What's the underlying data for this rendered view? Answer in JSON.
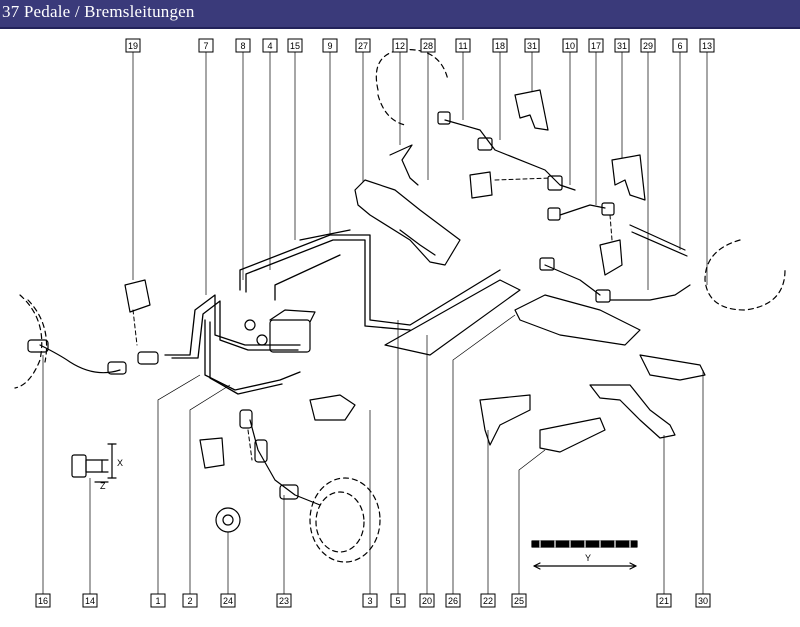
{
  "window": {
    "title": "37 Pedale / Bremsleitungen"
  },
  "colors": {
    "title_bar": "#3a3a7a",
    "title_text": "#ffffff",
    "line": "#000000",
    "tag_fill": "#ffffff"
  },
  "callouts_top": [
    "19",
    "7",
    "8",
    "4",
    "15",
    "9",
    "27",
    "12",
    "28",
    "11",
    "18",
    "31",
    "10",
    "17",
    "31",
    "29",
    "6",
    "13"
  ],
  "callouts_bottom": [
    "16",
    "14",
    "1",
    "2",
    "24",
    "23",
    "3",
    "5",
    "20",
    "26",
    "22",
    "25",
    "21",
    "30"
  ],
  "dimension_labels": {
    "x": "X",
    "z": "Z",
    "y": "Y"
  }
}
